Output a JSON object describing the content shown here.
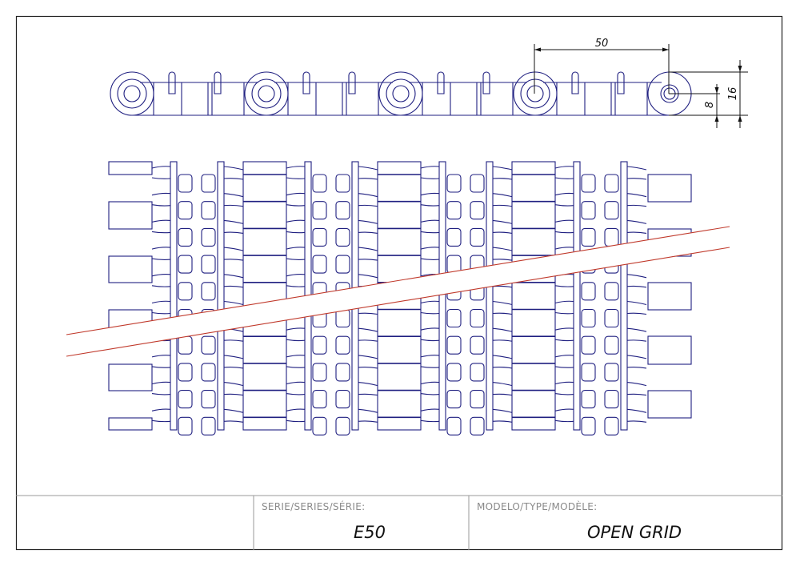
{
  "drawing": {
    "dimensions": {
      "pitch": "50",
      "hole_height": "8",
      "total_height": "16"
    },
    "colors": {
      "line": "#1f1f80",
      "cut_line": "#c0392b",
      "frame": "#222222"
    }
  },
  "title_block": {
    "series_label": "SERIE/SERIES/SÉRIE:",
    "series_value": "E50",
    "model_label": "MODELO/TYPE/MODÈLE:",
    "model_value": "OPEN GRID"
  }
}
